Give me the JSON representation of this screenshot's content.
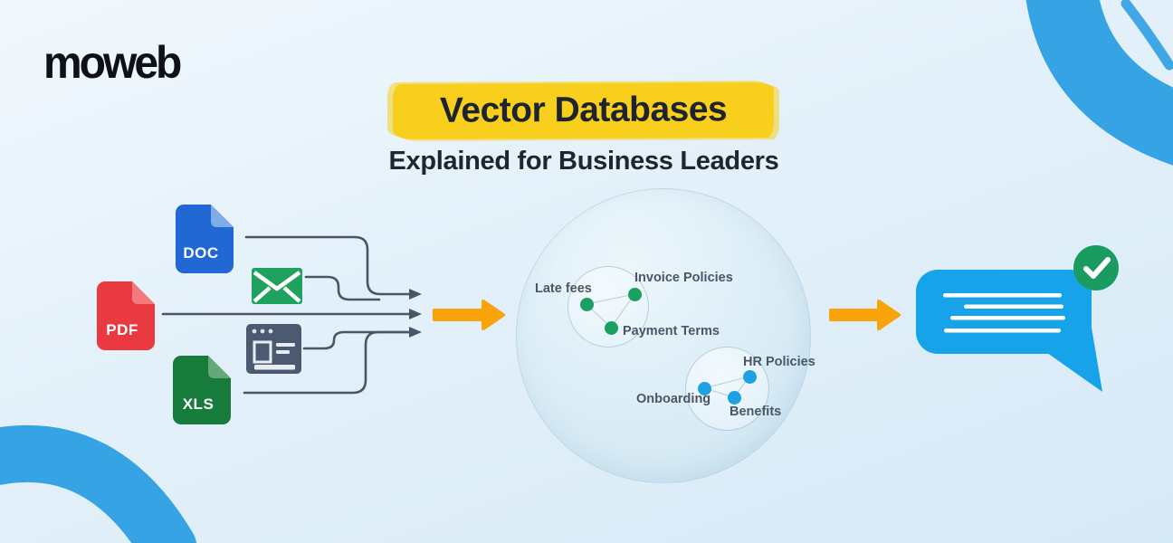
{
  "brand": {
    "logo_text": "moweb"
  },
  "header": {
    "title": "Vector Databases",
    "subtitle": "Explained for Business Leaders"
  },
  "sources": {
    "doc_label": "DOC",
    "pdf_label": "PDF",
    "xls_label": "XLS",
    "icon_names": [
      "doc-file-icon",
      "pdf-file-icon",
      "xls-file-icon",
      "email-icon",
      "webpage-icon"
    ]
  },
  "vector_space": {
    "clusters": [
      {
        "name": "billing-cluster",
        "dot_color": "#18A161",
        "labels": [
          "Late fees",
          "Invoice Policies",
          "Payment Terms"
        ]
      },
      {
        "name": "hr-cluster",
        "dot_color": "#1FA0E4",
        "labels": [
          "Onboarding",
          "HR Policies",
          "Benefits"
        ]
      }
    ]
  },
  "output": {
    "icon_names": [
      "chat-bubble-icon",
      "check-icon"
    ]
  },
  "colors": {
    "background_top": "#F1F8FD",
    "background_bottom": "#D7EAF7",
    "highlight_yellow": "#F8CF1D",
    "title_dark": "#1D242E",
    "arrow_orange": "#F9A40B",
    "connector_slate": "#4A5568",
    "doc_blue": "#2268D4",
    "doc_fold": "#7FABE9",
    "pdf_red": "#E93A41",
    "pdf_fold": "#F2797E",
    "xls_green": "#177B3B",
    "xls_fold": "#65A878",
    "email_green": "#1EA25E",
    "webpage_slate": "#4B5A70",
    "bubble_blue": "#17A3E9",
    "check_green": "#1A9C61",
    "brush_blue": "#2F9FE3",
    "label_slate": "#4A5568"
  }
}
